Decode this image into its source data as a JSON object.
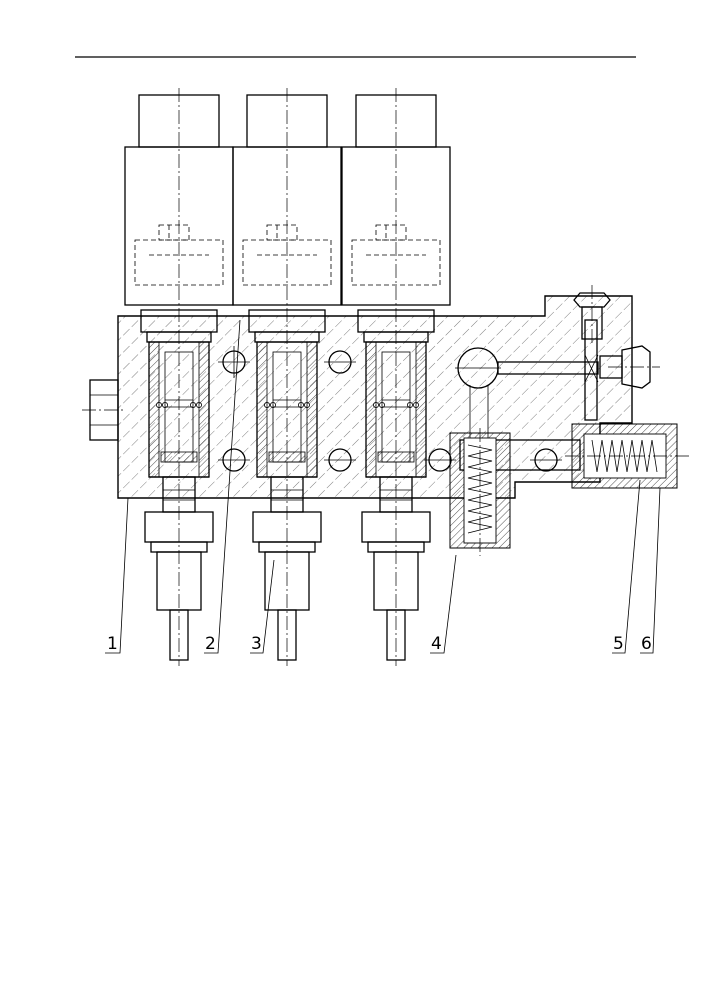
{
  "callouts": [
    {
      "text": "1"
    },
    {
      "text": "2"
    },
    {
      "text": "3"
    },
    {
      "text": "4"
    },
    {
      "text": "5"
    },
    {
      "text": "6"
    }
  ]
}
